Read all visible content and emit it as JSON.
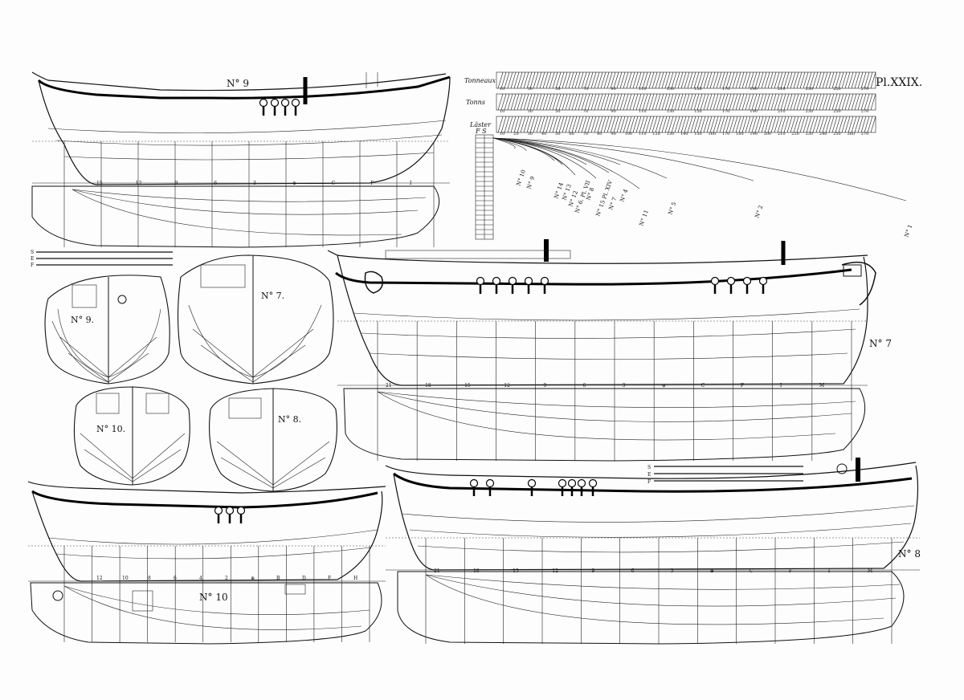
{
  "plate_title": "Pl.XXIX.",
  "scale": {
    "rows": [
      "Tonneaux",
      "Tonns",
      "Läster"
    ],
    "vertical_label": "F S",
    "numbers": [
      10,
      20,
      30,
      40,
      50,
      60,
      70,
      80,
      90,
      100,
      110,
      120,
      130,
      140,
      150,
      160,
      170,
      180,
      190,
      200,
      210,
      220,
      230,
      240,
      250,
      260,
      270
    ]
  },
  "curve_labels": [
    "N° 10",
    "N° 9",
    "N° 14",
    "N° 13",
    "N° 12",
    "N° 6. Pl. VII",
    "N° 8",
    "N° 15 Pl. XIV",
    "N° 7",
    "N° 4",
    "N° 11",
    "N° 5",
    "N° 2",
    "N° 1"
  ],
  "ships": {
    "n9": "N° 9",
    "n7": "N° 7",
    "n10": "N° 10",
    "n8": "N° 8"
  },
  "body_plans": {
    "n9": "N° 9.",
    "n7": "N° 7.",
    "n10": "N° 10.",
    "n8": "N° 8."
  },
  "section_letters": [
    "S",
    "E",
    "F"
  ],
  "station_numbers_n7": [
    "21",
    "18",
    "15",
    "12",
    "9",
    "6",
    "3",
    "⊕",
    "C",
    "F",
    "I",
    "M"
  ],
  "station_numbers_n9": [
    "15",
    "12",
    "9",
    "6",
    "3",
    "⊕",
    "C",
    "F",
    "I"
  ],
  "station_numbers_n10": [
    "12",
    "10",
    "8",
    "6",
    "4",
    "2",
    "⊕",
    "B",
    "D",
    "F",
    "H"
  ],
  "station_numbers_n8": [
    "21",
    "18",
    "15",
    "12",
    "9",
    "6",
    "3",
    "⊕",
    "C",
    "F",
    "I",
    "M"
  ]
}
